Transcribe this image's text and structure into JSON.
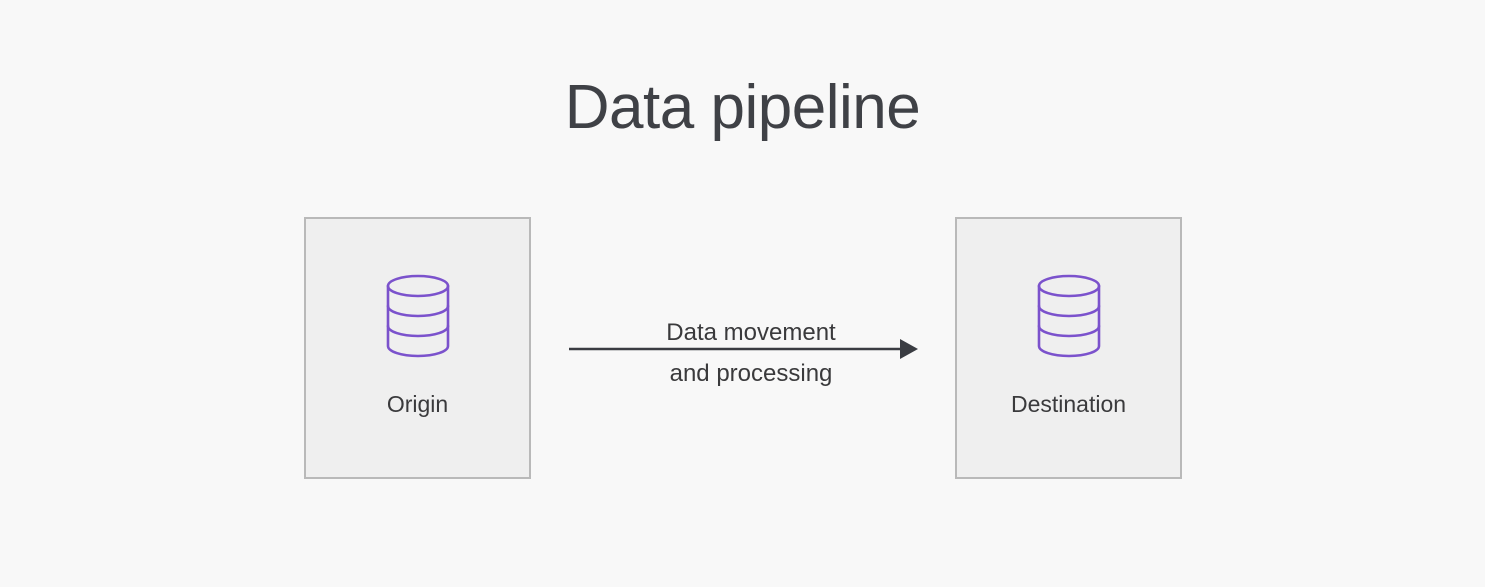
{
  "page": {
    "background_color": "#f8f8f8",
    "title": "Data pipeline"
  },
  "theme": {
    "title_color": "#3f4146",
    "text_color": "#3a3a3c",
    "box_fill": "#efefef",
    "box_border": "#b9b9b9",
    "icon_purple": "#7b52cc",
    "arrow_color": "#3a3c42"
  },
  "nodes": [
    {
      "id": "origin",
      "label": "Origin",
      "icon": "database-icon"
    },
    {
      "id": "destination",
      "label": "Destination",
      "icon": "database-icon"
    }
  ],
  "connector": {
    "icon": "arrow-right-icon",
    "label_line1": "Data movement",
    "label_line2": "and processing"
  }
}
